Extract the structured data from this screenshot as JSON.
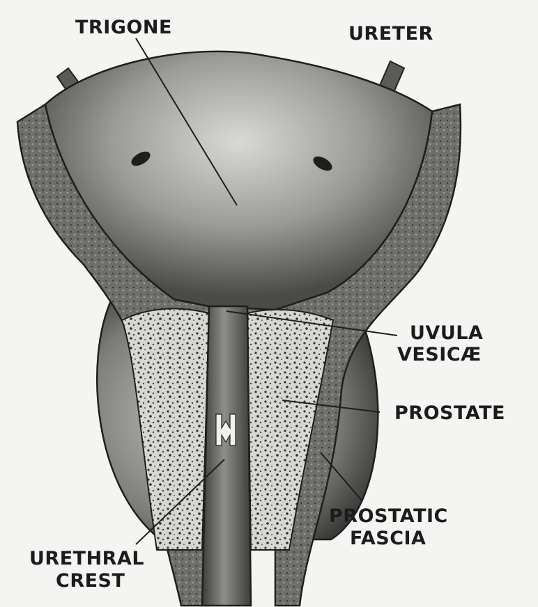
{
  "labels": {
    "trigone": "TRIGONE",
    "ureter": "URETER",
    "uvula_line1": "UVULA",
    "uvula_line2": "VESICÆ",
    "prostate": "PROSTATE",
    "prostatic_fascia_line1": "PROSTATIC",
    "prostatic_fascia_line2": "FASCIA",
    "urethral_crest_line1": "URETHRAL",
    "urethral_crest_line2": "CREST"
  }
}
